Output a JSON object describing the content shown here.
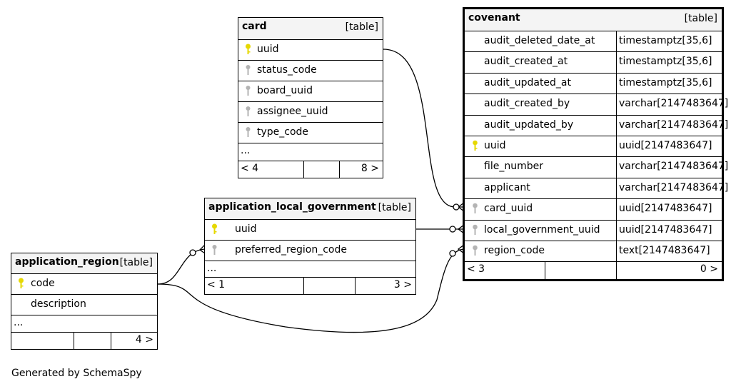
{
  "tables": {
    "card": {
      "name": "card",
      "kind": "[table]",
      "columns": [
        "uuid",
        "status_code",
        "board_uuid",
        "assignee_uuid",
        "type_code"
      ],
      "ellipsis": "...",
      "footer_left": "< 4",
      "footer_right": "8 >"
    },
    "covenant": {
      "name": "covenant",
      "kind": "[table]",
      "columns": [
        {
          "name": "audit_deleted_date_at",
          "type": "timestamptz[35,6]"
        },
        {
          "name": "audit_created_at",
          "type": "timestamptz[35,6]"
        },
        {
          "name": "audit_updated_at",
          "type": "timestamptz[35,6]"
        },
        {
          "name": "audit_created_by",
          "type": "varchar[2147483647]"
        },
        {
          "name": "audit_updated_by",
          "type": "varchar[2147483647]"
        },
        {
          "name": "uuid",
          "type": "uuid[2147483647]"
        },
        {
          "name": "file_number",
          "type": "varchar[2147483647]"
        },
        {
          "name": "applicant",
          "type": "varchar[2147483647]"
        },
        {
          "name": "card_uuid",
          "type": "uuid[2147483647]"
        },
        {
          "name": "local_government_uuid",
          "type": "uuid[2147483647]"
        },
        {
          "name": "region_code",
          "type": "text[2147483647]"
        }
      ],
      "footer_left": "< 3",
      "footer_right": "0 >"
    },
    "application_local_government": {
      "name": "application_local_government",
      "kind": "[table]",
      "columns": [
        "uuid",
        "preferred_region_code"
      ],
      "ellipsis": "...",
      "footer_left": "< 1",
      "footer_right": "3 >"
    },
    "application_region": {
      "name": "application_region",
      "kind": "[table]",
      "columns": [
        "code",
        "description"
      ],
      "ellipsis": "...",
      "footer_left": "",
      "footer_right": "4 >"
    }
  },
  "colors": {
    "primary_key": "#e6d800",
    "foreign_key": "#b4b4b4",
    "header_bg": "#f4f4f4"
  },
  "icons": {
    "primary_key": "key-icon",
    "foreign_key": "key-icon"
  },
  "credit": "Generated by SchemaSpy"
}
